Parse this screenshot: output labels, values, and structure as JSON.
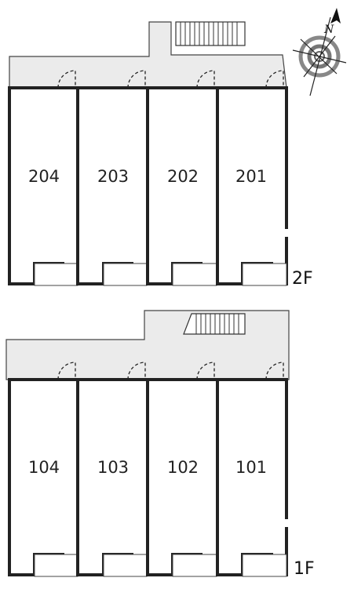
{
  "floors": [
    {
      "label": "2F",
      "units": [
        "204",
        "203",
        "202",
        "201"
      ]
    },
    {
      "label": "1F",
      "units": [
        "104",
        "103",
        "102",
        "101"
      ]
    }
  ],
  "compass": {
    "letter": "N",
    "icon": "compass-north-icon"
  },
  "colors": {
    "corridor": "#ebebeb",
    "wall": "#222222",
    "compass_ring": "#888888"
  }
}
